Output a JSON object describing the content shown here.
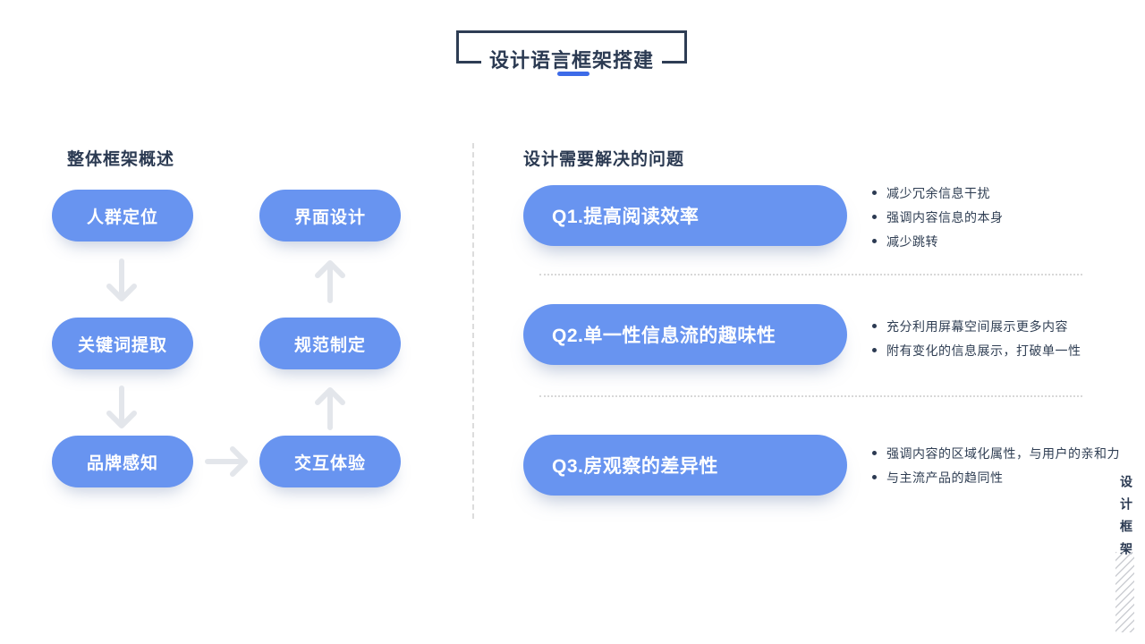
{
  "title": "设计语言框架搭建",
  "colors": {
    "accent_blue": "#6894f0",
    "underline_blue": "#3d6be8",
    "text_dark": "#2b3a52",
    "arrow_gray": "#e3e6eb"
  },
  "overview": {
    "heading": "整体框架概述",
    "nodes": [
      "人群定位",
      "界面设计",
      "关键词提取",
      "规范制定",
      "品牌感知",
      "交互体验"
    ]
  },
  "problems": {
    "heading": "设计需要解决的问题",
    "questions": [
      {
        "label": "Q1.提高阅读效率",
        "points": [
          "减少冗余信息干扰",
          "强调内容信息的本身",
          "减少跳转"
        ]
      },
      {
        "label": "Q2.单一性信息流的趣味性",
        "points": [
          "充分利用屏幕空间展示更多内容",
          "附有变化的信息展示，打破单一性"
        ]
      },
      {
        "label": "Q3.房观察的差异性",
        "points": [
          "强调内容的区域化属性，与用户的亲和力",
          "与主流产品的趋同性"
        ]
      }
    ]
  },
  "side_label": "设计框架"
}
